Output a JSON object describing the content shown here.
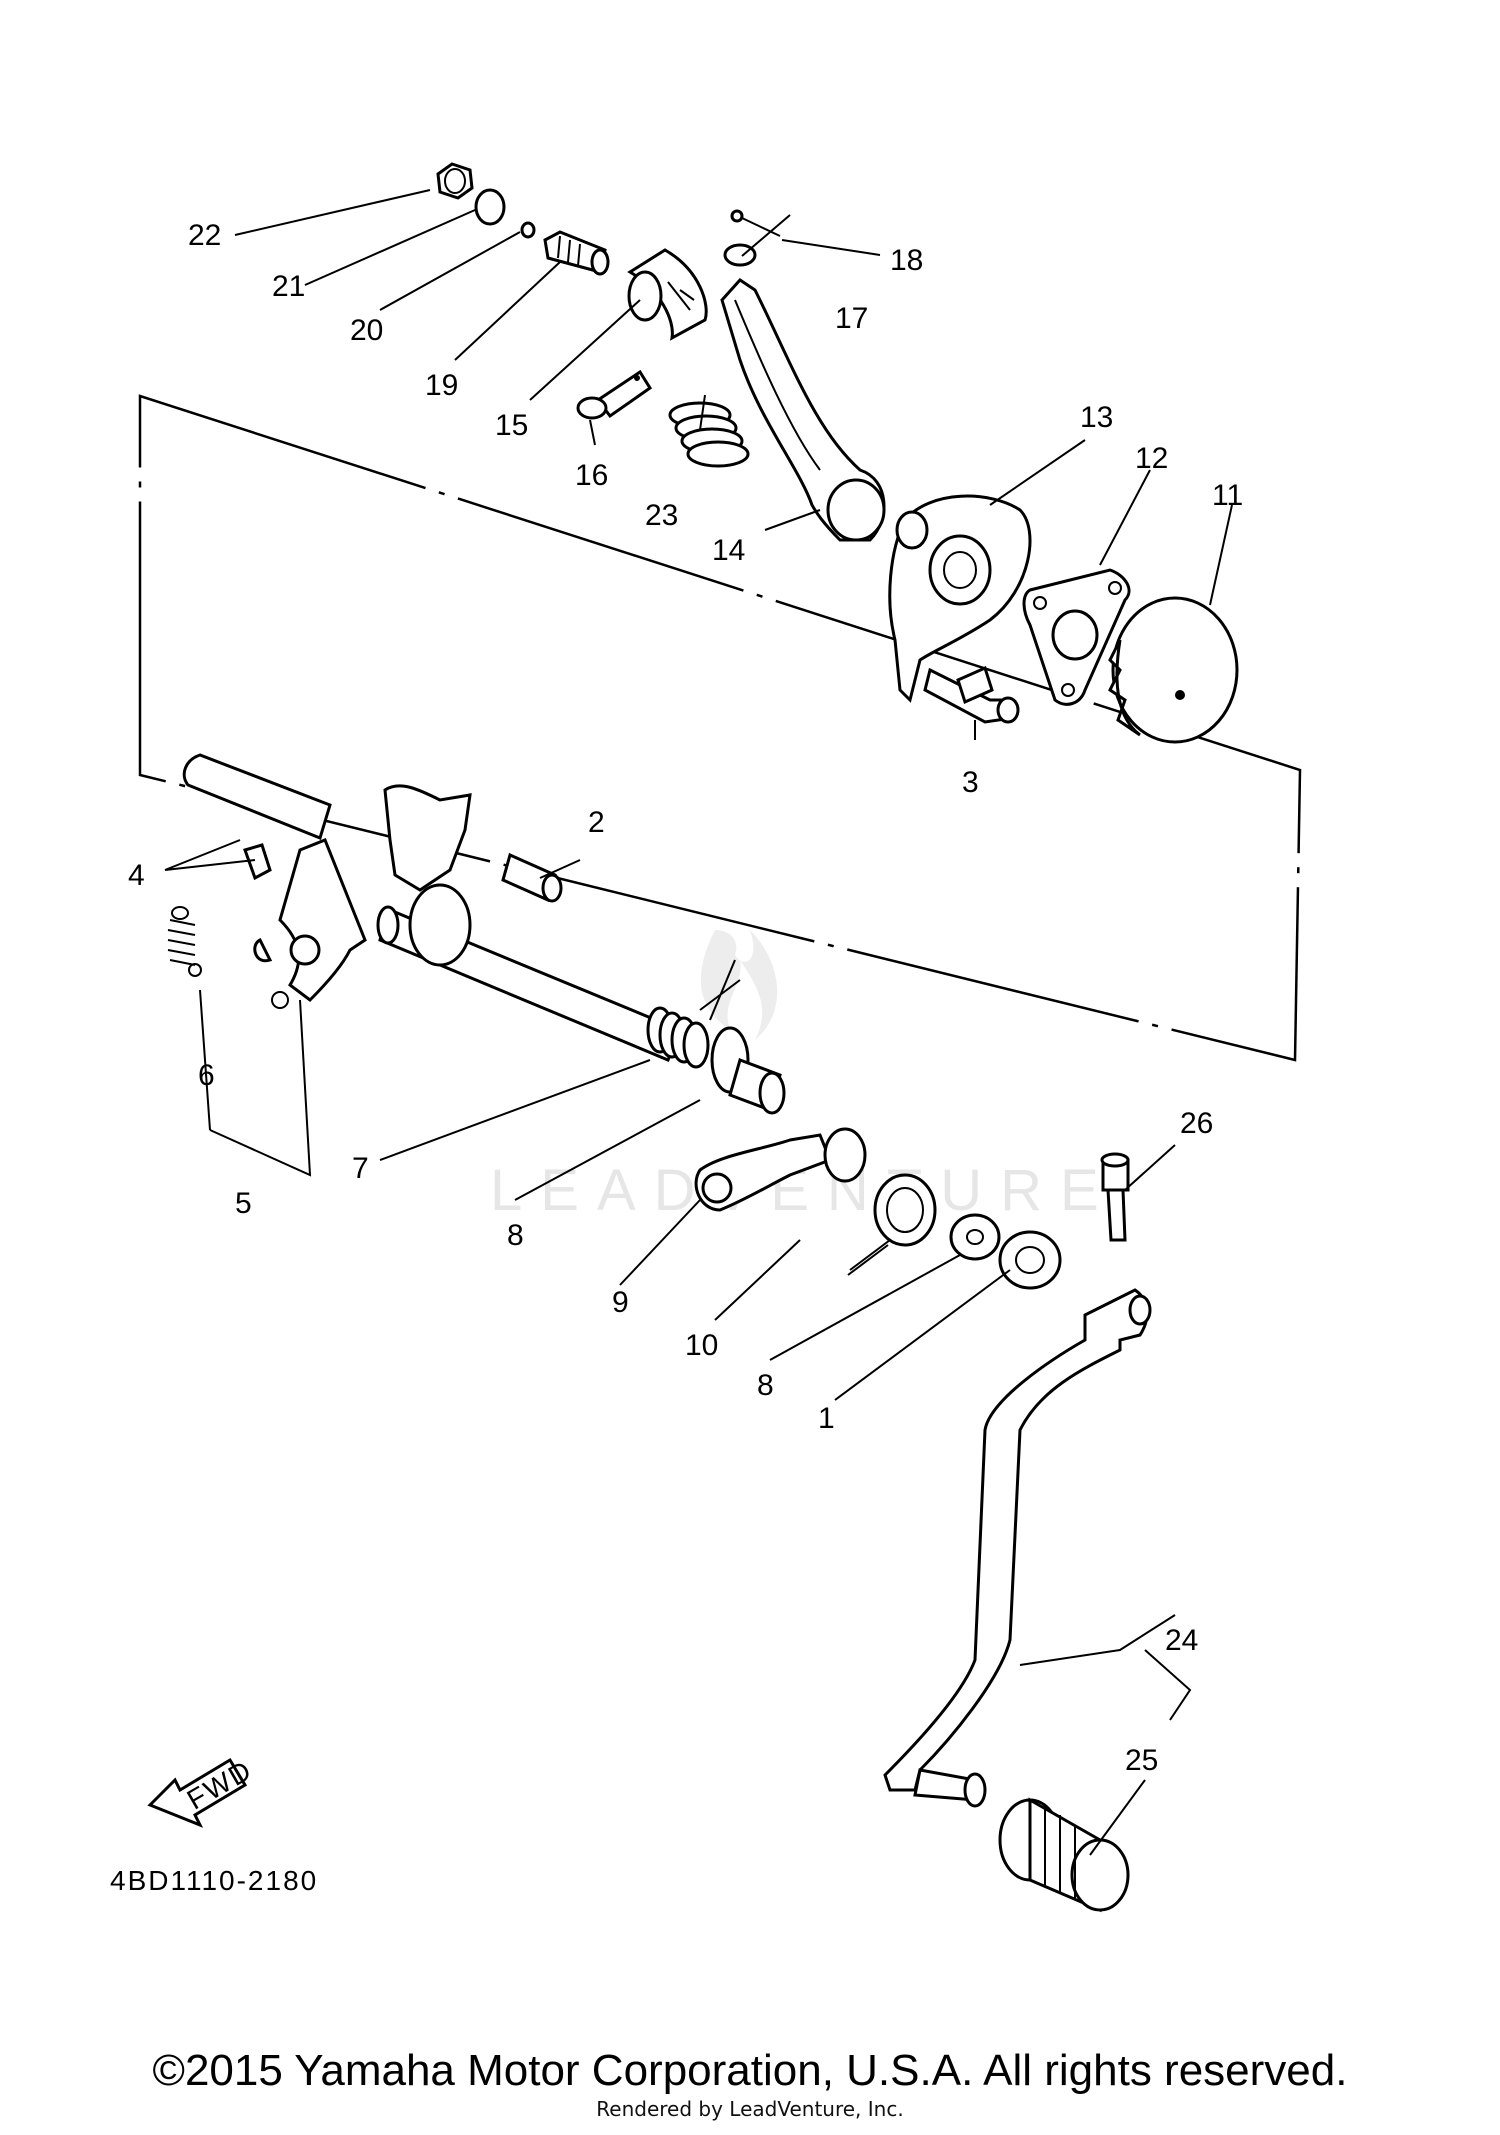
{
  "labels": {
    "p1": "1",
    "p2": "2",
    "p3": "3",
    "p4": "4",
    "p5": "5",
    "p6": "6",
    "p7": "7",
    "p8a": "8",
    "p8b": "8",
    "p9": "9",
    "p10": "10",
    "p11": "11",
    "p12": "12",
    "p13": "13",
    "p14": "14",
    "p15": "15",
    "p16": "16",
    "p17": "17",
    "p18": "18",
    "p19": "19",
    "p20": "20",
    "p21": "21",
    "p22": "22",
    "p23": "23",
    "p24": "24",
    "p25": "25",
    "p26": "26"
  },
  "fwd_label": "FWD",
  "diagram_code": "4BD1110-2180",
  "watermark": "LEADVENTURE",
  "copyright": "©2015 Yamaha Motor Corporation, U.S.A. All rights reserved.",
  "rendered_by": "Rendered by LeadVenture, Inc."
}
